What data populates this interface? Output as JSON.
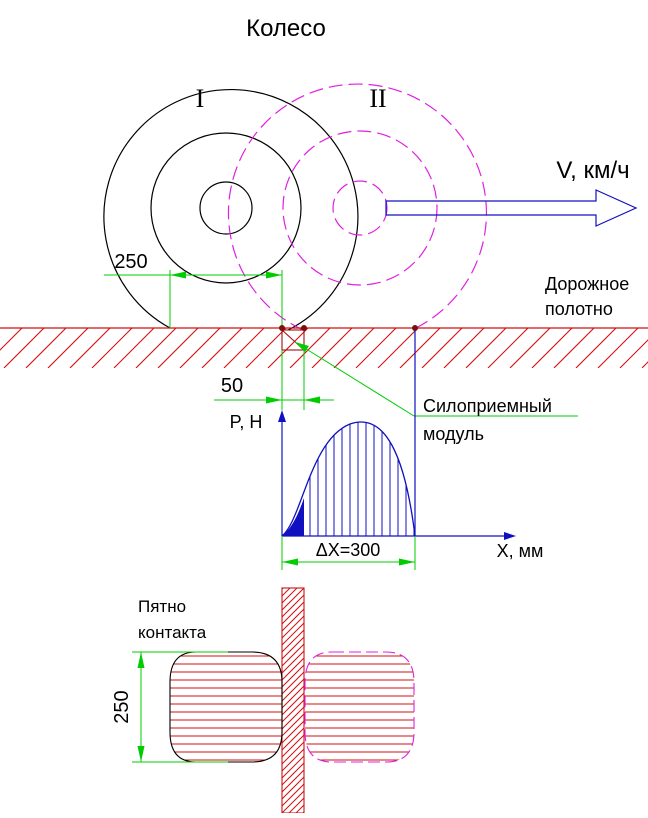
{
  "title": "Колесо",
  "wheel_labels": {
    "first": "I",
    "second": "II"
  },
  "velocity_label": "V, км/ч",
  "road_label": {
    "line1": "Дорожное",
    "line2": "полотно"
  },
  "dim_top": "250",
  "dim_gap": "50",
  "module_label": {
    "line1": "Силоприемный",
    "line2": "модуль"
  },
  "graph": {
    "y_label": "P, H",
    "x_label": "X, мм",
    "span_label": "ΔX=300"
  },
  "contact_label": {
    "line1": "Пятно",
    "line2": "контакта"
  },
  "dim_contact": "250",
  "colors": {
    "wheel_one": "#000000",
    "wheel_two": "#e020e0",
    "road_hatch": "#d01010",
    "dimension": "#00cc00",
    "graph": "#1010c0",
    "arrow": "#1010c0"
  }
}
